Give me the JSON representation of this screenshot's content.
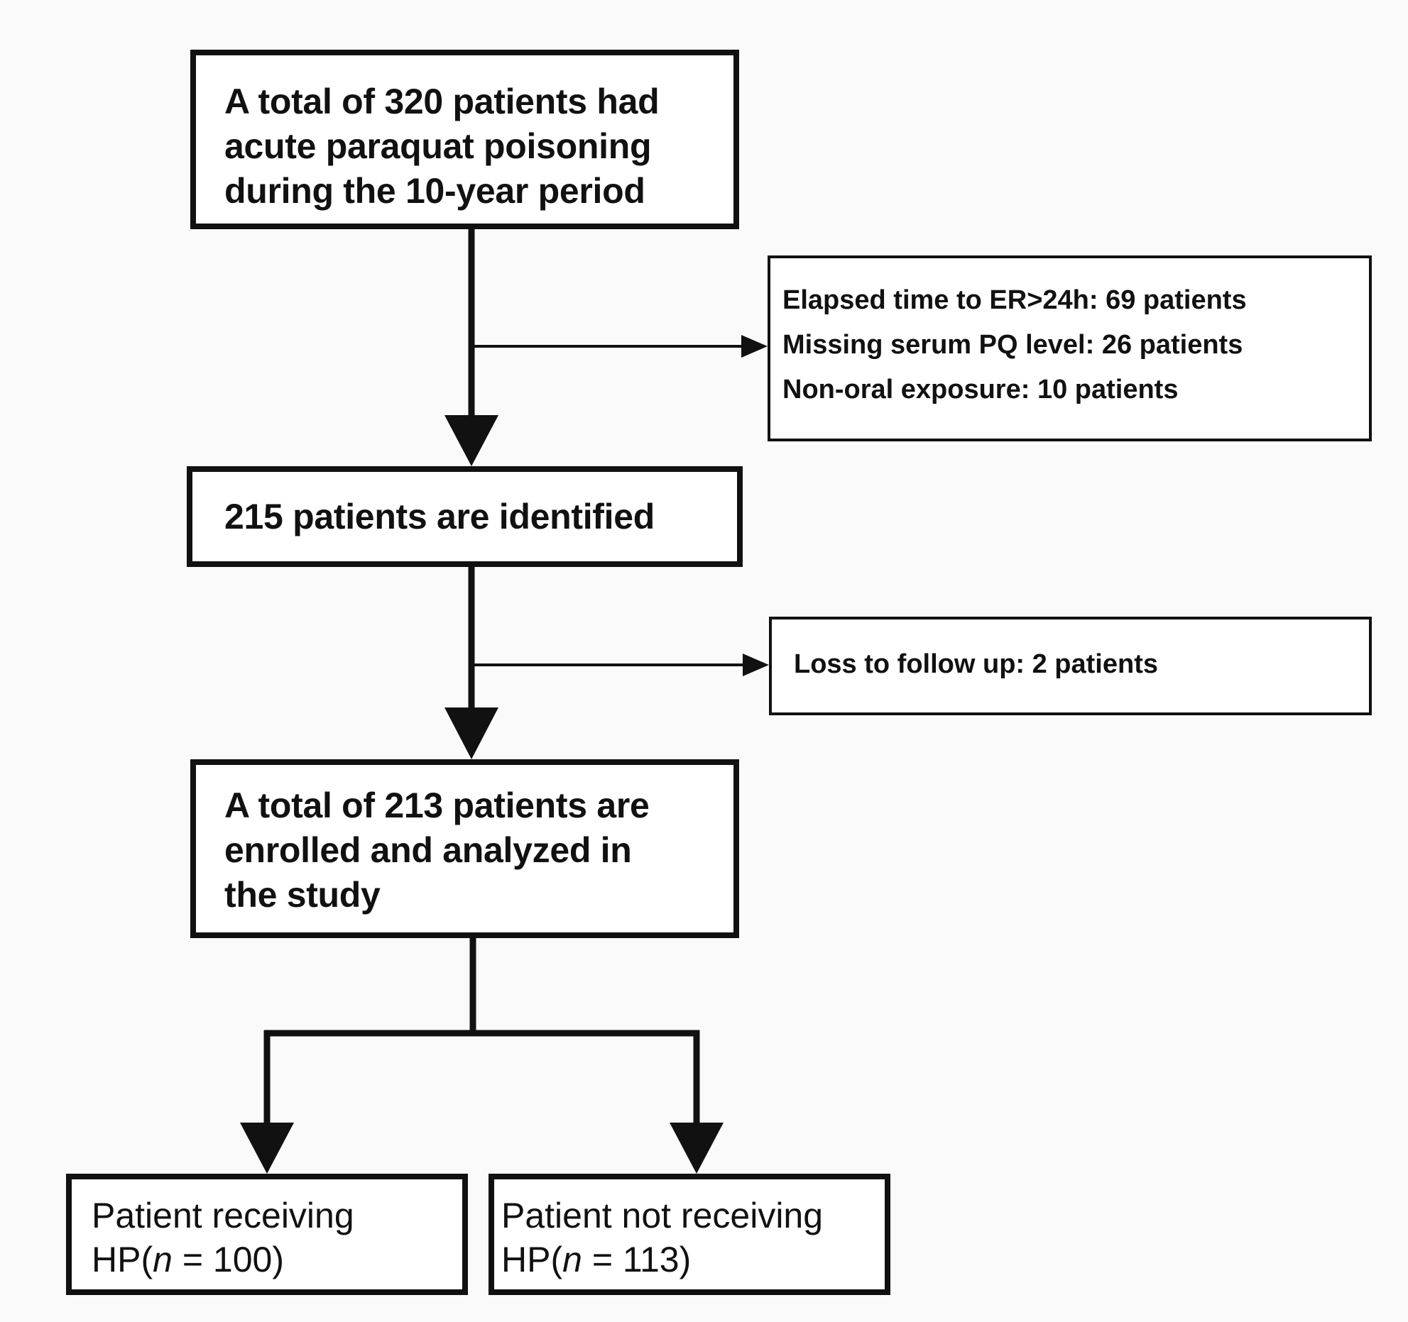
{
  "flowchart": {
    "total_patients": "A total of 320 patients had\nacute paraquat poisoning\nduring the 10-year period",
    "exclusions_1": {
      "line1": "Elapsed time to ER>24h: 69 patients",
      "line2": "Missing serum PQ level: 26 patients",
      "line3": "Non-oral exposure: 10 patients"
    },
    "identified": "215 patients are identified",
    "exclusions_2": "Loss to follow up: 2 patients",
    "enrolled": "A total of 213 patients are\nenrolled and analyzed in\nthe study",
    "group_hp": {
      "line1": "Patient receiving",
      "line2_prefix": "HP(",
      "n_symbol": "n",
      "line2_suffix": " = 100)"
    },
    "group_no_hp": {
      "line1": "Patient not receiving",
      "line2_prefix": "HP(",
      "n_symbol": "n",
      "line2_suffix": " = 113)"
    }
  }
}
